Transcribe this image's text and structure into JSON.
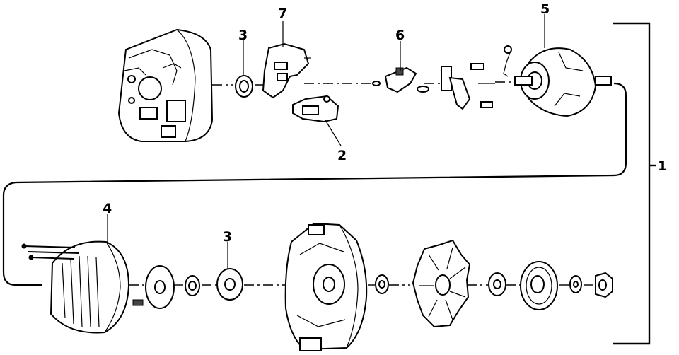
{
  "diagram": {
    "callouts": {
      "assembly": "1",
      "regulator": "2",
      "bearing_rear": "3",
      "bearing_front": "3",
      "stator": "4",
      "rotor": "5",
      "rectifier": "6",
      "brush_holder": "7"
    }
  }
}
